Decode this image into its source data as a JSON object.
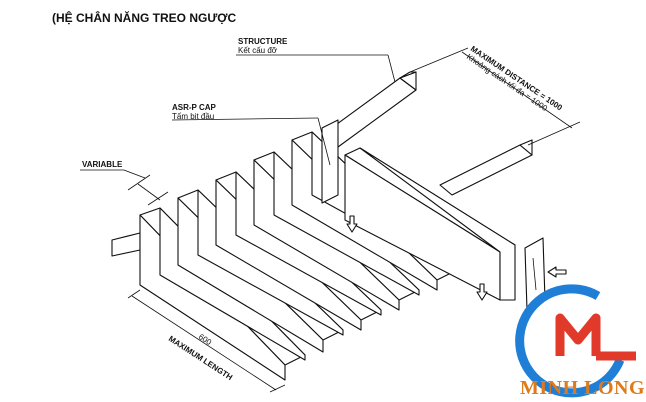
{
  "title": "(HỆ CHÂN NĂNG TREO NGƯỢC",
  "labels": {
    "structure": "STRUCTURE",
    "structure_sub": "Kết cấu đỡ",
    "cap": "ASR-P CAP",
    "cap_sub": "Tấm bịt đầu",
    "variable": "VARIABLE",
    "max_distance": "MAXIMUM DISTANCE = 1000",
    "max_distance_sub": "Khoảng cách tối đa = 1000",
    "length_value": "600",
    "max_length": "MAXIMUM LENGTH"
  },
  "logo": {
    "name": "MINH LONG",
    "colors": {
      "blue": "#1f7fd6",
      "red": "#e23a2a",
      "orange": "#e0791a"
    }
  }
}
